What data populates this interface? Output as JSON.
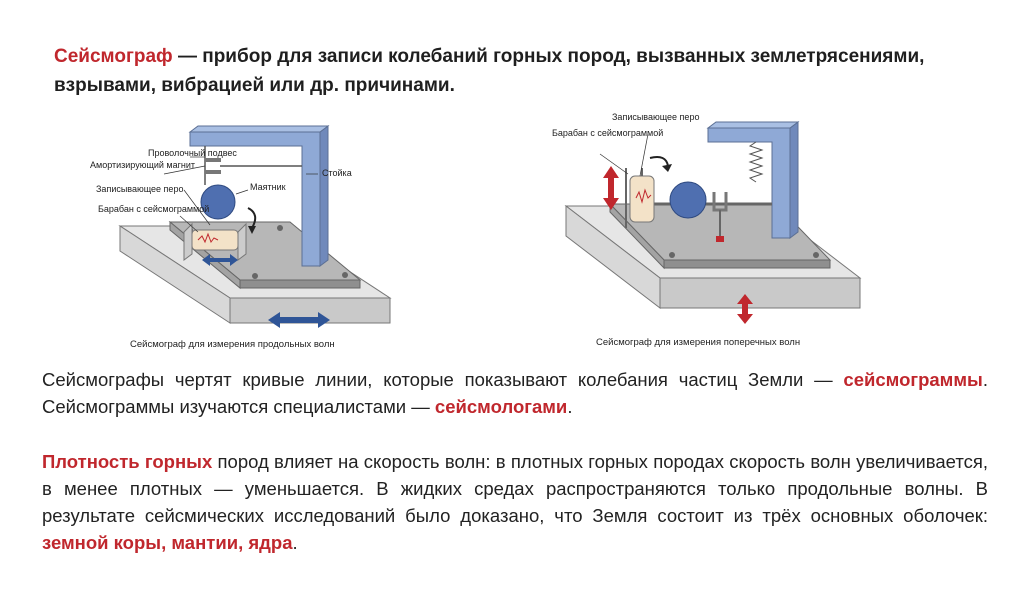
{
  "title": {
    "term": "Сейсмограф",
    "rest": " — прибор для записи колебаний горных пород, вызванных землетрясениями, взрывами, вибрацией или др. причинами."
  },
  "figure_left": {
    "labels": {
      "wire": "Проволочный  подвес",
      "magnet": "Амортизирующий магнит",
      "pen": "Записывающее перо",
      "drum": "Барабан с сейсмограммой",
      "pendulum": "Маятник",
      "stand": "Стойка"
    },
    "caption": "Сейсмограф для измерения продольных волн"
  },
  "figure_right": {
    "labels": {
      "pen": "Записывающее перо",
      "drum": "Барабан с сейсмограммой"
    },
    "caption": "Сейсмограф для измерения поперечных волн"
  },
  "paragraph1": {
    "before": "Сейсмографы чертят кривые линии, которые показывают колебания частиц Земли — ",
    "term1": "сейсмограммы",
    "middle": ". Сейсмограммы изучаются специалистами — ",
    "term2": "сейсмологами",
    "after": "."
  },
  "paragraph2": {
    "term1": "Плотность горных",
    "middle": " пород влияет на скорость волн: в плотных горных породах скорость волн увеличивается, в менее плотных — уменьшается. В жидких средах распространяются только продольные волны. В результате сейсмических исследований было доказано, что Земля состоит из трёх основных оболочек: ",
    "term2": "земной коры, мантии, ядра",
    "after": "."
  },
  "colors": {
    "accent_red": "#c0272d",
    "frame_blue": "#8fa9d6",
    "arrow_blue": "#2f5597",
    "platform_grey": "#b4b4b4"
  }
}
